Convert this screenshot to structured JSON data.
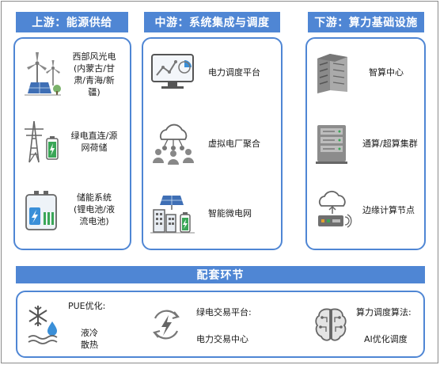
{
  "upstream": {
    "header": "上游：能源供给",
    "items": [
      {
        "icon": "wind-solar-icon",
        "label": "西部风光电\n(内蒙古/甘\n肃/青海/新\n疆)"
      },
      {
        "icon": "power-tower-battery-icon",
        "label": "绿电直连/源\n网荷储"
      },
      {
        "icon": "battery-storage-icon",
        "label": "储能系统\n(锂电池/液\n流电池)"
      }
    ]
  },
  "midstream": {
    "header": "中游：系统集成与调度",
    "items": [
      {
        "icon": "dashboard-monitor-icon",
        "label": "电力调度平台"
      },
      {
        "icon": "cloud-people-icon",
        "label": "虚拟电厂聚合"
      },
      {
        "icon": "microgrid-icon",
        "label": "智能微电网"
      }
    ]
  },
  "downstream": {
    "header": "下游：算力基础设施",
    "items": [
      {
        "icon": "server-rack-icon",
        "label": "智算中心"
      },
      {
        "icon": "server-cluster-icon",
        "label": "通算/超算集群"
      },
      {
        "icon": "edge-cloud-node-icon",
        "label": "边缘计算节点"
      }
    ]
  },
  "support": {
    "header": "配套环节",
    "items": [
      {
        "icon": "snowflake-drop-icon",
        "title": "PUE优化:",
        "sub": "液冷\n散热"
      },
      {
        "icon": "recycle-bolt-icon",
        "title": "绿电交易平台:",
        "sub": "电力交易中心"
      },
      {
        "icon": "brain-circuit-icon",
        "title": "算力调度算法:",
        "sub": "AI优化调度"
      }
    ]
  },
  "colors": {
    "accent": "#4f86d4",
    "icon_gray": "#7a7a7a",
    "battery_green": "#3aa657"
  }
}
